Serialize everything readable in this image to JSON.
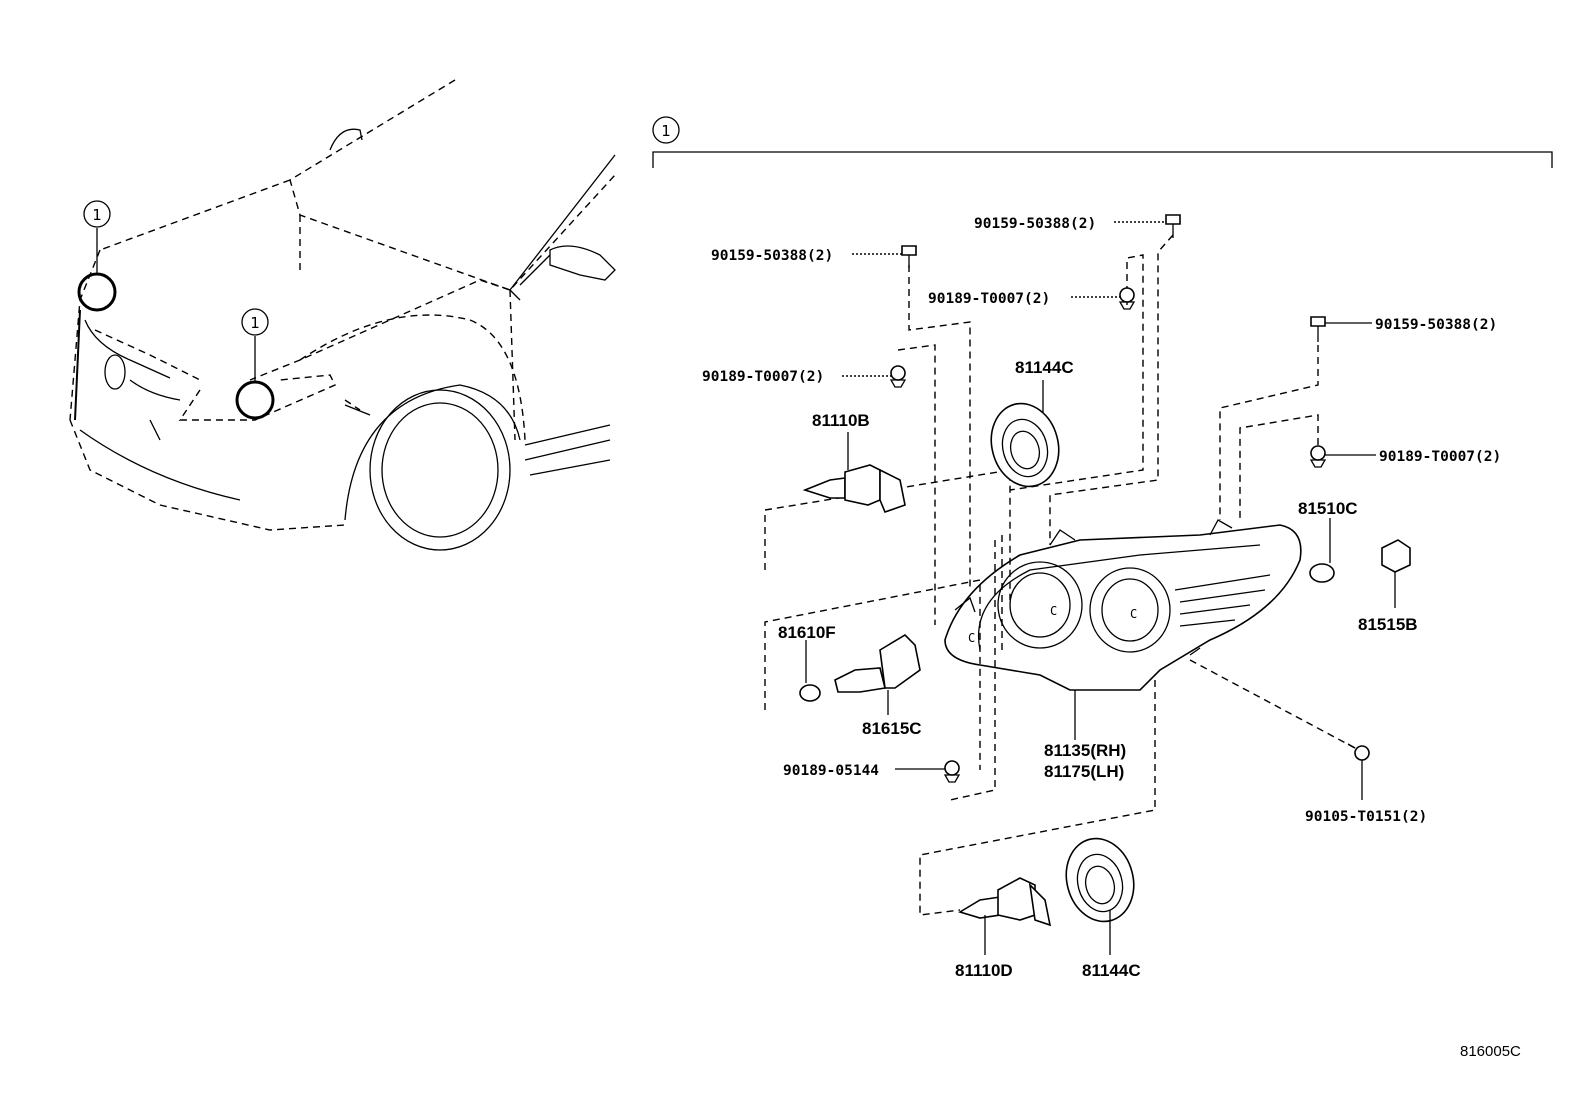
{
  "callout": {
    "number": "1"
  },
  "parts": {
    "p_90159_top": "90159-50388(2)",
    "p_90159_left": "90159-50388(2)",
    "p_90159_right": "90159-50388(2)",
    "p_90189_t_left": "90189-T0007(2)",
    "p_90189_t_mid": "90189-T0007(2)",
    "p_90189_t_right": "90189-T0007(2)",
    "p_81144c_top": "81144C",
    "p_81110b": "81110B",
    "p_81510c": "81510C",
    "p_81515b": "81515B",
    "p_81610f": "81610F",
    "p_81615c": "81615C",
    "p_81135": "81135(RH)",
    "p_81175": "81175(LH)",
    "p_90189_05144": "90189-05144",
    "p_90105": "90105-T0151(2)",
    "p_81110d": "81110D",
    "p_81144c_bottom": "81144C"
  },
  "diagram_code": "816005C"
}
